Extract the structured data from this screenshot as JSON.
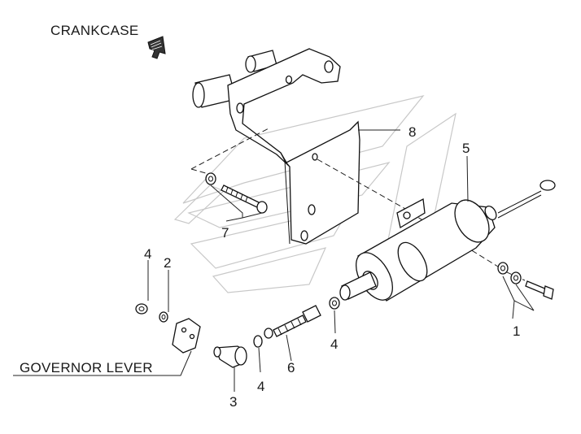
{
  "diagram": {
    "captions": {
      "crankcase": "CRANKCASE",
      "governor_lever": "GOVERNOR LEVER"
    },
    "callouts": [
      {
        "id": "c1",
        "text": "1"
      },
      {
        "id": "c2",
        "text": "2"
      },
      {
        "id": "c3",
        "text": "3"
      },
      {
        "id": "c4a",
        "text": "4"
      },
      {
        "id": "c4b",
        "text": "4"
      },
      {
        "id": "c4c",
        "text": "4"
      },
      {
        "id": "c5",
        "text": "5"
      },
      {
        "id": "c6",
        "text": "6"
      },
      {
        "id": "c7",
        "text": "7"
      },
      {
        "id": "c8",
        "text": "8"
      }
    ]
  }
}
